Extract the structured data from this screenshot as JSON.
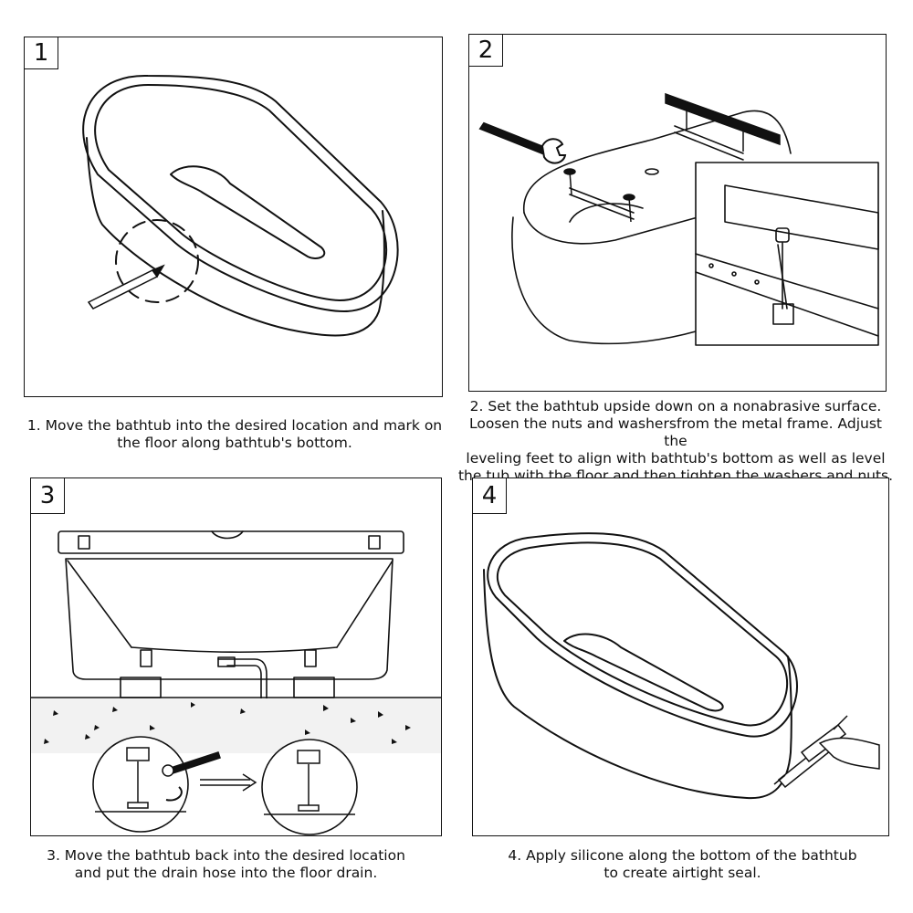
{
  "steps": [
    {
      "number": "1",
      "caption_lines": [
        "1. Move the bathtub into the desired location and mark on",
        "the floor along bathtub's bottom."
      ]
    },
    {
      "number": "2",
      "caption_lines": [
        "2. Set the bathtub upside down on a nonabrasive surface.",
        "Loosen the nuts and washersfrom the metal frame. Adjust the",
        "leveling feet to align with bathtub's bottom as well as level",
        "the tub with the floor and then tighten the washers and nuts."
      ]
    },
    {
      "number": "3",
      "caption_lines": [
        "3. Move the bathtub back into the desired location",
        "and put the drain hose into the floor drain."
      ]
    },
    {
      "number": "4",
      "caption_lines": [
        "4. Apply silicone along the bottom of the bathtub",
        "to create airtight seal."
      ]
    }
  ],
  "colors": {
    "line": "#111111",
    "background": "#ffffff",
    "floor": "#f2f2f2"
  },
  "icons": [
    "pencil-icon",
    "wrench-icon",
    "level-tool-icon",
    "caulk-gun-icon",
    "rotate-arrow-icon"
  ]
}
